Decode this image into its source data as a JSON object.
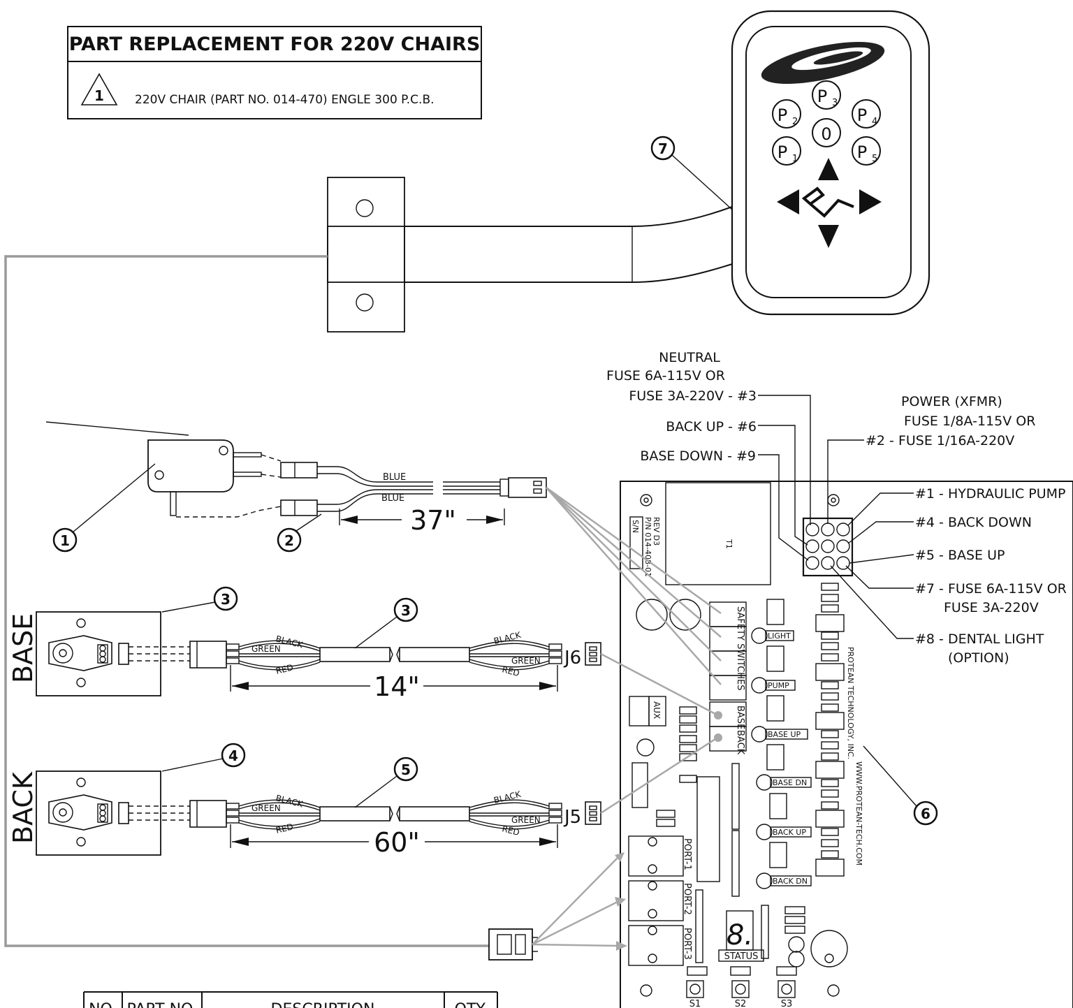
{
  "title_box": {
    "title": "PART REPLACEMENT FOR 220V CHAIRS",
    "note_number": "1",
    "note_text": "220V CHAIR (PART NO. 014-470) ENGLE 300 P.C.B."
  },
  "callouts": [
    "1",
    "2",
    "3",
    "3",
    "4",
    "5",
    "6",
    "7"
  ],
  "pendant": {
    "buttons": [
      "P",
      "P",
      "P",
      "0",
      "P",
      "P"
    ],
    "button_subscripts": [
      "1",
      "2",
      "3",
      "4",
      "5"
    ]
  },
  "side_labels": {
    "base": "BASE",
    "back": "BACK"
  },
  "wires": {
    "blue_top": "BLUE",
    "blue_bottom": "BLUE",
    "black": "BLACK",
    "green": "GREEN",
    "red": "RED"
  },
  "dimensions": {
    "switch_harness": "37\"",
    "base_harness": "14\"",
    "back_harness": "60\""
  },
  "connectors": {
    "j6": "J6",
    "j5": "J5"
  },
  "fuse_labels_left": {
    "neutral": "NEUTRAL",
    "fuse_6a": "FUSE 6A-115V OR",
    "fuse_3a": "FUSE 3A-220V - #3",
    "back_up": "BACK UP - #6",
    "base_down": "BASE DOWN - #9"
  },
  "fuse_labels_right": {
    "power": "POWER (XFMR)",
    "fuse_18": "FUSE 1/8A-115V OR",
    "fuse_116": "#2 - FUSE 1/16A-220V",
    "pump": "#1 - HYDRAULIC PUMP",
    "back_down": "#4 - BACK DOWN",
    "base_up": "#5 - BASE UP",
    "fuse7a": "#7 - FUSE 6A-115V OR",
    "fuse7b": "FUSE 3A-220V",
    "light_a": "#8 - DENTAL LIGHT",
    "light_b": "(OPTION)"
  },
  "pcb": {
    "pn": "P/N 014-408-01",
    "rev": "REV D3",
    "sn": "S/N",
    "t1": "T1",
    "safety": "SAFETY SWITCHES",
    "base": "BASE",
    "back": "BACK",
    "aux": "AUX",
    "leds": [
      "LIGHT",
      "PUMP",
      "BASE UP",
      "BASE DN",
      "BACK UP",
      "BACK DN"
    ],
    "ports": [
      "PORT-1",
      "PORT-2",
      "PORT-3"
    ],
    "status": "STATUS",
    "switches": [
      "S1",
      "S2",
      "S3"
    ],
    "maker": "PROTEAN TECHNOLOGY, INC.",
    "web": "WWW.PROTEAN-TECH.COM"
  },
  "parts_table": {
    "headers": [
      "NO.",
      "PART NO.",
      "DESCRIPTION",
      "QTY."
    ]
  }
}
